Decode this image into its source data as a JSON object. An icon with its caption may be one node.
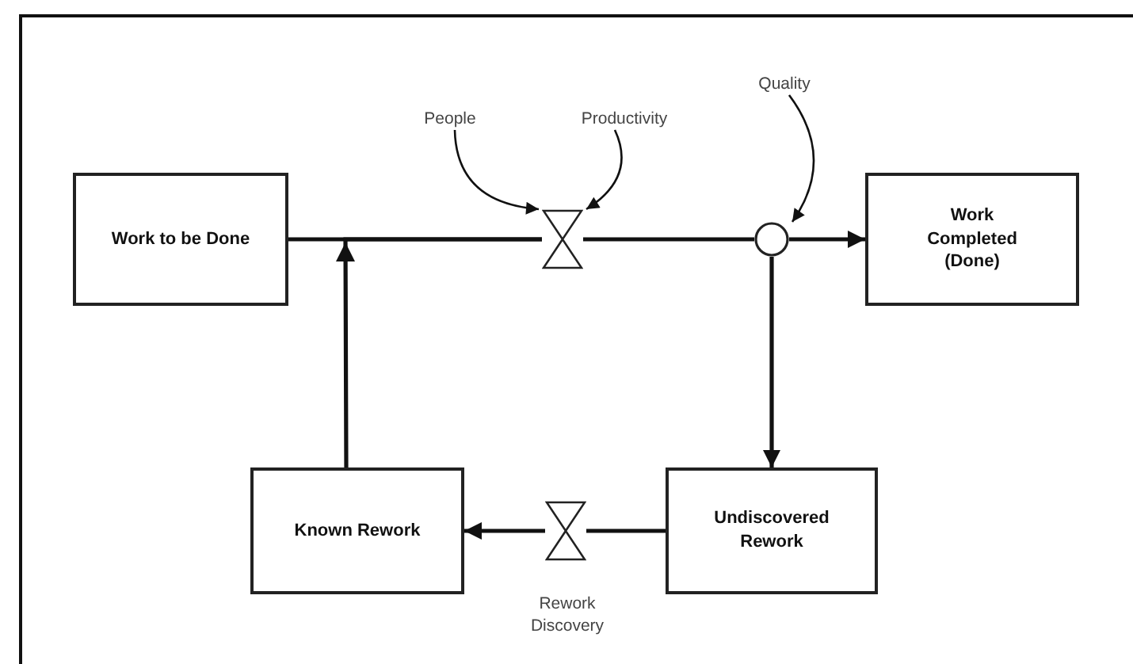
{
  "diagram": {
    "nodes": [
      {
        "text": [
          "Work to be Done"
        ]
      },
      {
        "text": [
          "Work Completed (Done)"
        ]
      },
      {
        "text": [
          "Known Rework"
        ]
      },
      {
        "text": [
          "Undiscovered Rework"
        ]
      },
      {
        "text": [
          "People"
        ]
      },
      {
        "text": [
          "Productivity"
        ]
      },
      {
        "text": [
          "Quality"
        ]
      },
      {
        "text": [],
        "shape": "valve"
      },
      {
        "text": [],
        "shape": "circle"
      },
      {
        "text": [],
        "shape": "valve",
        "beside": [
          "Rework Discovery"
        ]
      }
    ],
    "edges": [
      {
        "from": 0,
        "to": 7,
        "arrow": "none"
      },
      {
        "from": 7,
        "to": 8,
        "arrow": "none"
      },
      {
        "from": 8,
        "to": 1,
        "arrow": "to"
      },
      {
        "from": 8,
        "to": 3,
        "arrow": "to"
      },
      {
        "from": 2,
        "to": 7,
        "arrow": "to"
      },
      {
        "from": 3,
        "to": 9,
        "arrow": "none"
      },
      {
        "from": 9,
        "to": 2,
        "arrow": "to"
      },
      {
        "from": 4,
        "to": 7,
        "arrow": "to"
      },
      {
        "from": 5,
        "to": 7,
        "arrow": "to"
      },
      {
        "from": 6,
        "to": 8,
        "arrow": "to"
      }
    ]
  }
}
